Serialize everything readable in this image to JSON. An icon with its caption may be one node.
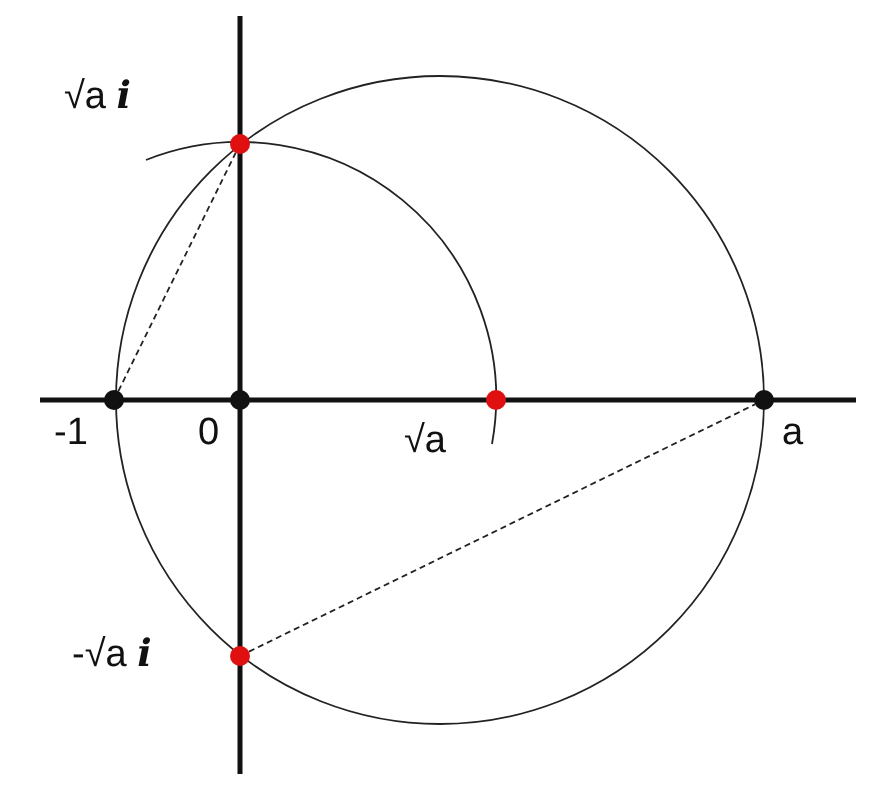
{
  "diagram": {
    "nodes": [
      {
        "text": [],
        "shape": "circle",
        "beside": [
          "√a **i**"
        ]
      },
      {
        "text": [],
        "shape": "circle",
        "beside": [
          "-1"
        ]
      },
      {
        "text": [],
        "shape": "circle",
        "beside": [
          "0"
        ]
      },
      {
        "text": [],
        "shape": "circle",
        "beside": [
          "√a"
        ]
      },
      {
        "text": [],
        "shape": "circle",
        "beside": [
          "a"
        ]
      },
      {
        "text": [],
        "shape": "circle",
        "beside": [
          "-√a **i**"
        ]
      }
    ],
    "edges": [
      {
        "from": 1,
        "to": 0,
        "arrow": "none",
        "style": "dashed"
      },
      {
        "from": 5,
        "to": 4,
        "arrow": "none",
        "style": "dashed"
      }
    ]
  }
}
